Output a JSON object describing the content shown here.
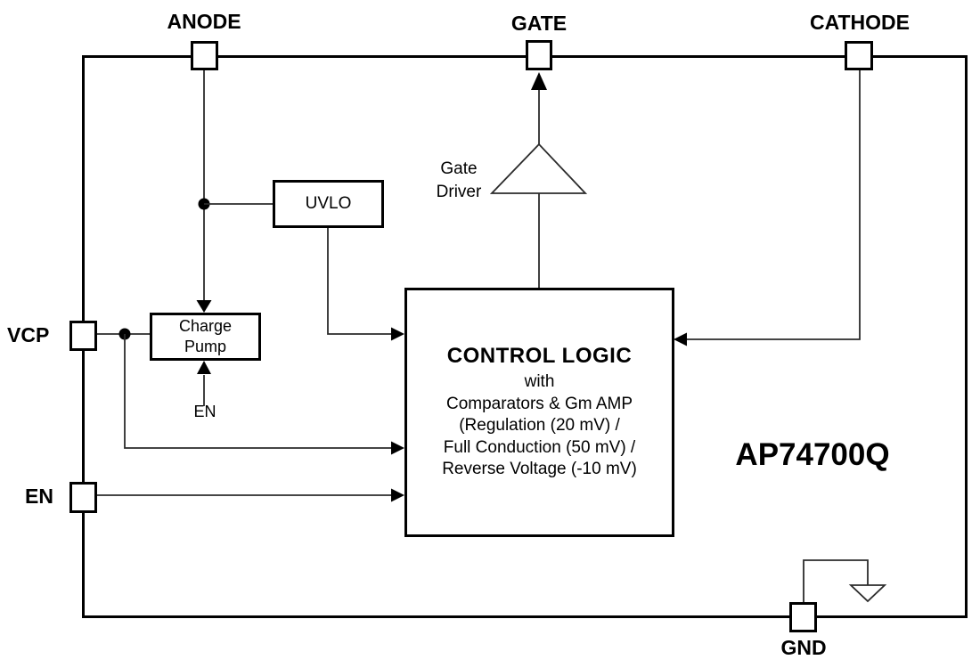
{
  "diagram": {
    "part_number": "AP74700Q",
    "pins": {
      "anode": "ANODE",
      "gate": "GATE",
      "cathode": "CATHODE",
      "vcp": "VCP",
      "en": "EN",
      "gnd": "GND"
    },
    "blocks": {
      "uvlo": {
        "label": "UVLO"
      },
      "charge_pump": {
        "line1": "Charge",
        "line2": "Pump"
      },
      "gate_driver": {
        "line1": "Gate",
        "line2": "Driver"
      },
      "control_logic": {
        "title": "CONTROL LOGIC",
        "line2": "with",
        "line3": "Comparators & Gm AMP",
        "line4": "(Regulation (20 mV) /",
        "line5": "Full Conduction (50 mV) /",
        "line6": "Reverse Voltage (-10 mV)"
      }
    },
    "signals": {
      "en_to_charge_pump": "EN"
    },
    "colors": {
      "ink": "#000000",
      "wire": "#2b2b2b",
      "background": "#ffffff"
    }
  }
}
